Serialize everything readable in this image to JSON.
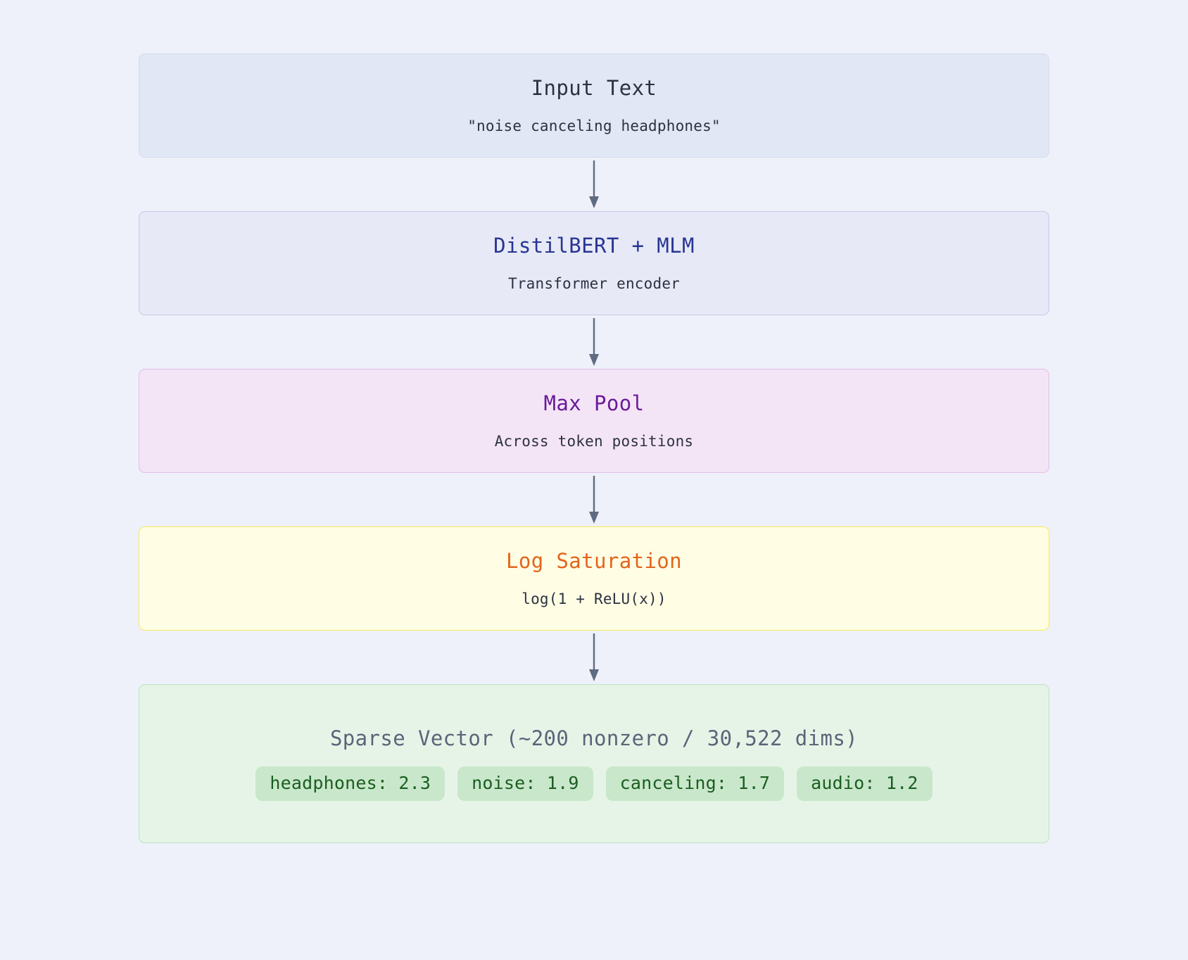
{
  "page": {
    "background": "#eef1fa",
    "type": "flowchart",
    "direction": "top-to-bottom"
  },
  "diagram": {
    "nodes": [
      {
        "id": "input-text",
        "title": "Input Text",
        "subtitle": "\"noise canceling headphones\"",
        "fill": "#e1e7f4",
        "border": "#d4dcee",
        "title_color": "#2c3242"
      },
      {
        "id": "distilbert-mlm",
        "title": "DistilBERT + MLM",
        "subtitle": "Transformer encoder",
        "fill": "#e7e9f6",
        "border": "#c5cae9",
        "title_color": "#283593"
      },
      {
        "id": "max-pool",
        "title": "Max Pool",
        "subtitle": "Across token positions",
        "fill": "#f4e5f6",
        "border": "#e1bee7",
        "title_color": "#6a1b9a"
      },
      {
        "id": "log-saturation",
        "title": "Log Saturation",
        "subtitle": "log(1 + ReLU(x))",
        "fill": "#fffde4",
        "border": "#f6ea5e",
        "title_color": "#e2651c"
      },
      {
        "id": "sparse-vector",
        "title": "Sparse Vector (~200 nonzero / 30,522 dims)",
        "fill": "#e6f4e8",
        "border": "#bfe0c2",
        "title_color": "#5b6478",
        "chips": [
          "headphones: 2.3",
          "noise: 1.9",
          "canceling: 1.7",
          "audio: 1.2"
        ],
        "chip_fill": "#c9e7cb",
        "chip_text_color": "#1b5e20"
      }
    ],
    "connectors": [
      {
        "id": "arrow-input-to-model",
        "from": "input-text",
        "to": "distilbert-mlm",
        "color": "#5f6b80"
      },
      {
        "id": "arrow-model-to-pool",
        "from": "distilbert-mlm",
        "to": "max-pool",
        "color": "#5f6b80"
      },
      {
        "id": "arrow-pool-to-saturation",
        "from": "max-pool",
        "to": "log-saturation",
        "color": "#5f6b80"
      },
      {
        "id": "arrow-saturation-to-output",
        "from": "log-saturation",
        "to": "sparse-vector",
        "color": "#5f6b80"
      }
    ]
  }
}
